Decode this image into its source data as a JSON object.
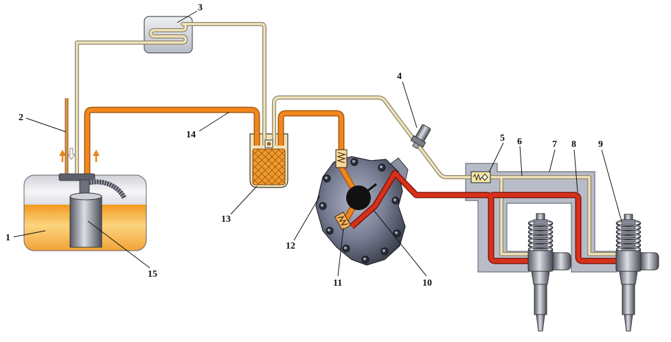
{
  "callouts": [
    "1",
    "2",
    "3",
    "4",
    "5",
    "6",
    "7",
    "8",
    "9",
    "10",
    "11",
    "12",
    "13",
    "14",
    "15"
  ],
  "colors": {
    "feed_line": "#f0871e",
    "pressure_line": "#d8301a",
    "return_line": "#efe3bd",
    "block": "#b8bcc8"
  }
}
